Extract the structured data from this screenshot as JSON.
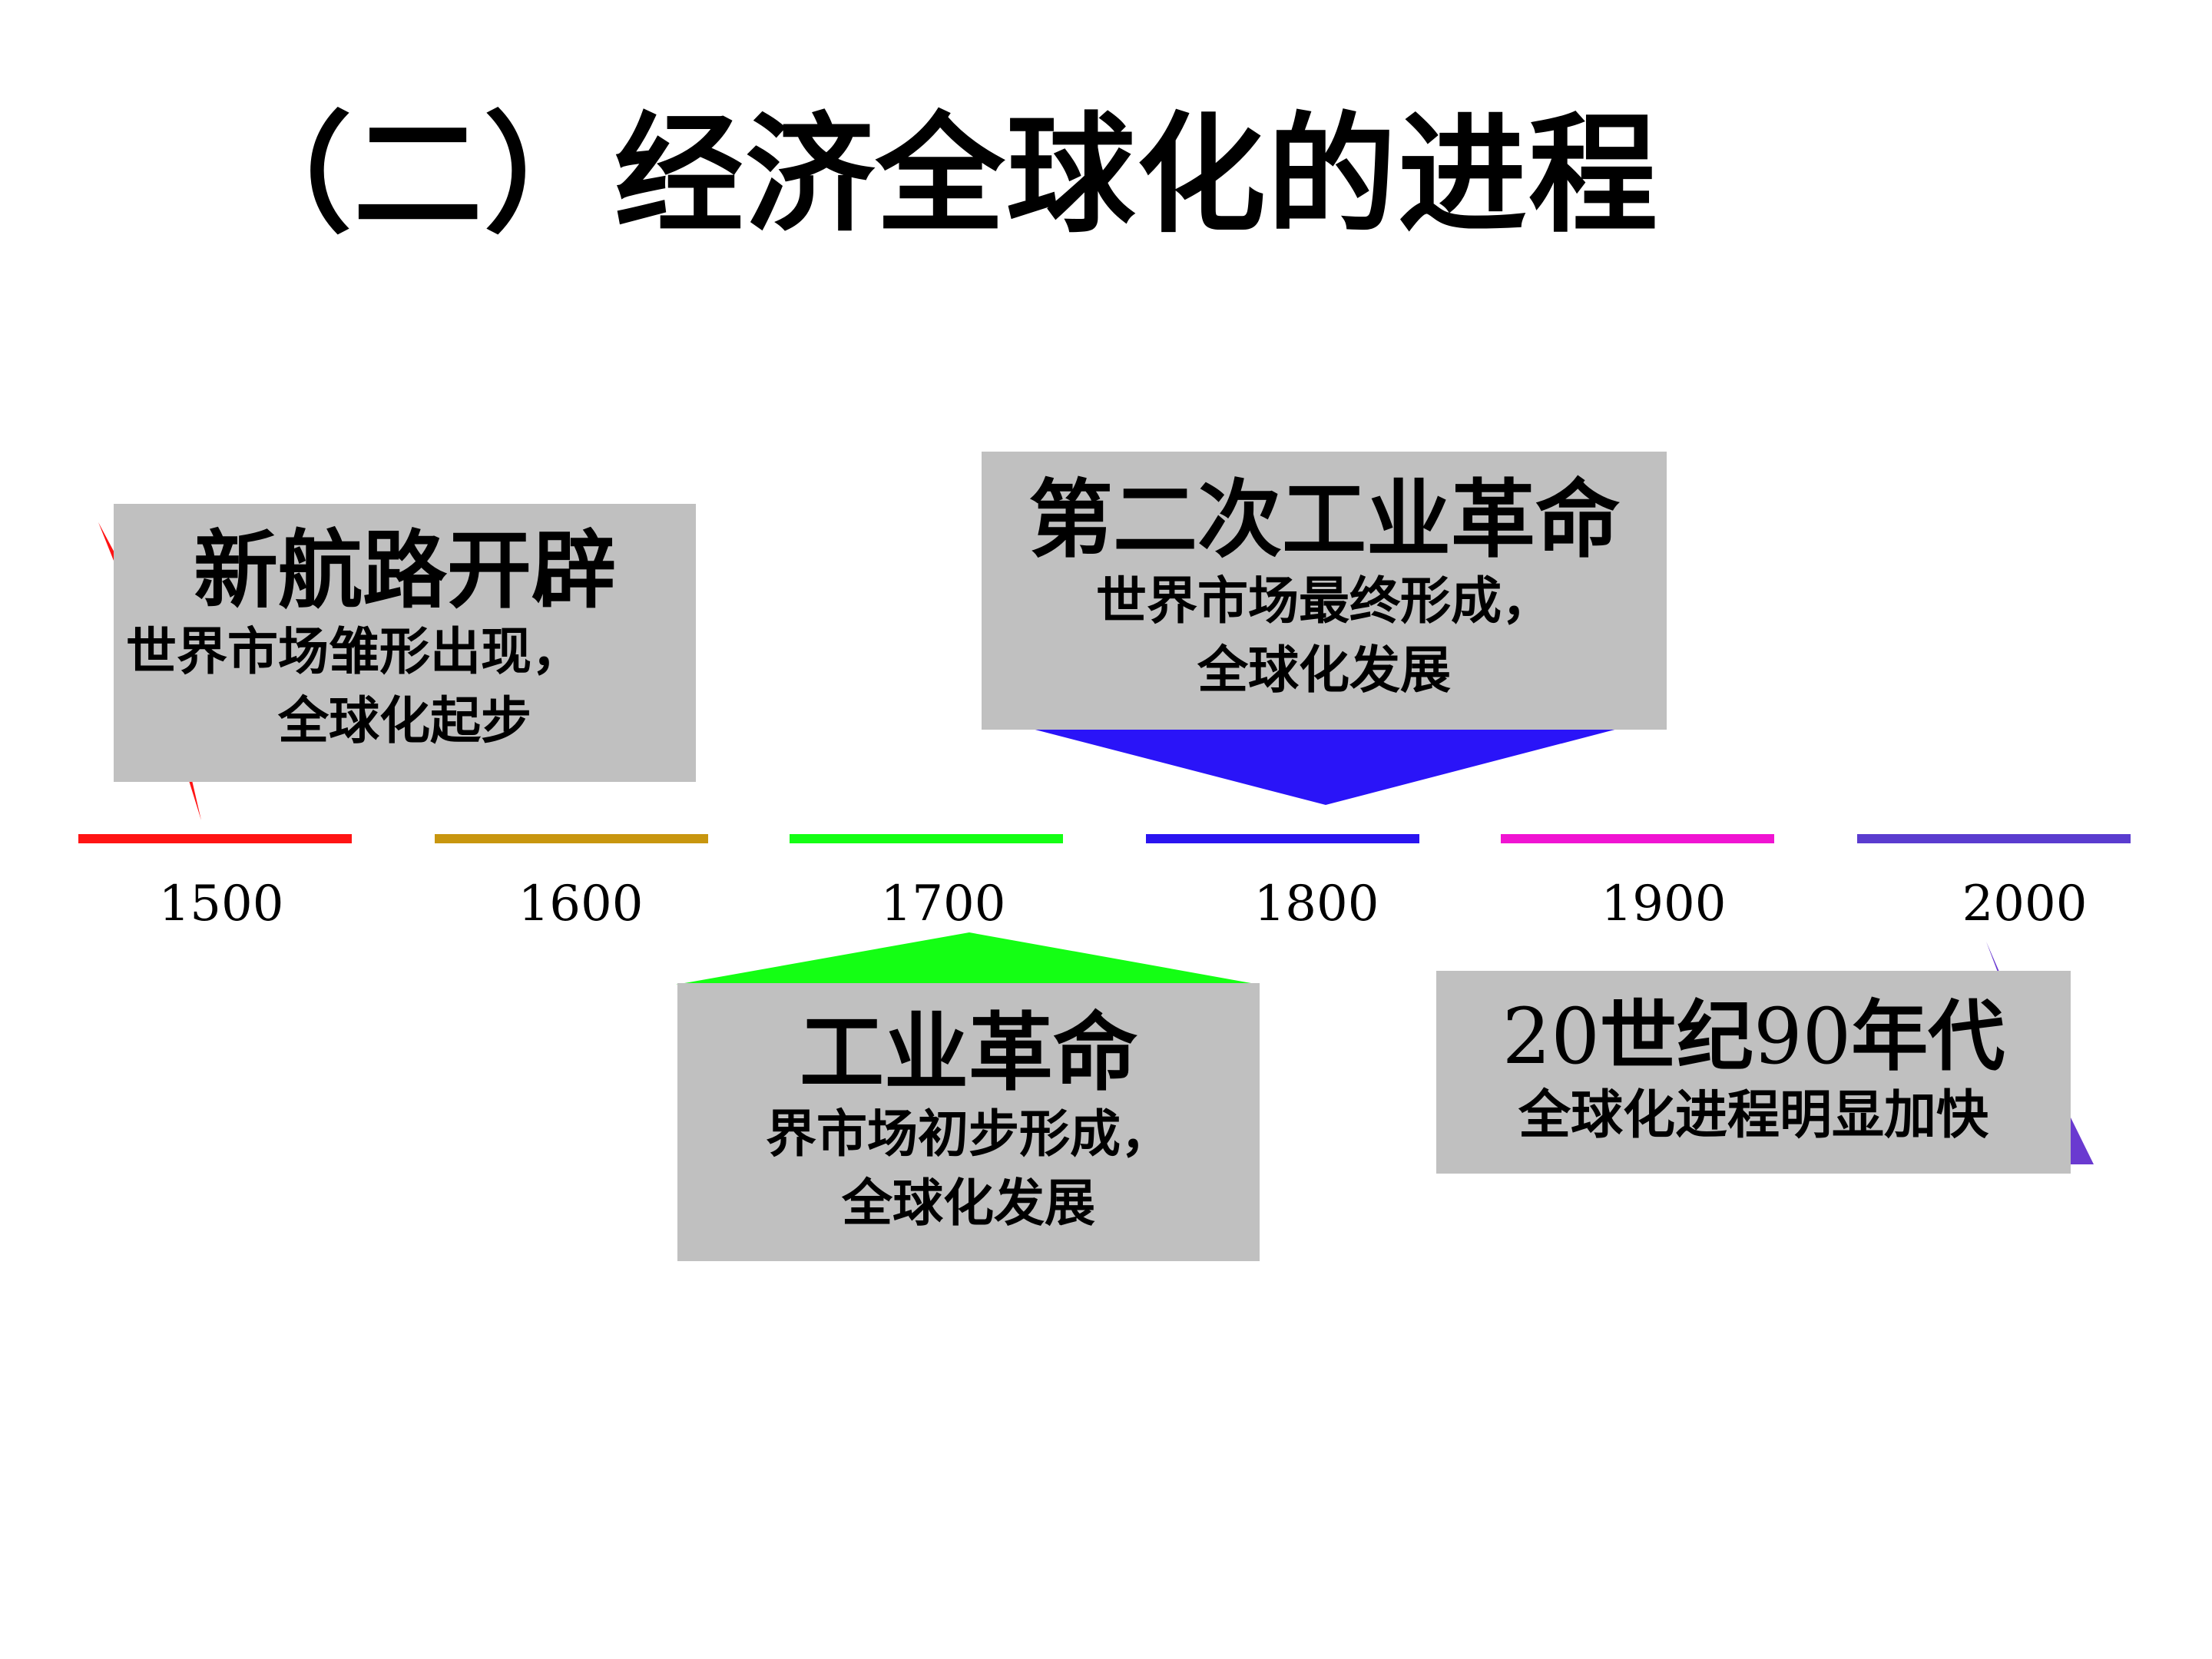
{
  "title": "（二）经济全球化的进程",
  "timeline": {
    "years": [
      "1500",
      "1600",
      "1700",
      "1800",
      "1900",
      "2000"
    ],
    "segment_colors": [
      "#ff1414",
      "#c8960f",
      "#14ff14",
      "#2a14f0",
      "#f014d2",
      "#5a3ccf"
    ]
  },
  "events": [
    {
      "heading": "新航路开辟",
      "line1": "世界市场雏形出现，",
      "line2": "全球化起步",
      "pointer_color": "#ff1414"
    },
    {
      "heading": "第二次工业革命",
      "line1": "世界市场最终形成，",
      "line2": "全球化发展",
      "pointer_color": "#2a14f8"
    },
    {
      "heading": "工业革命",
      "line1": "界市场初步形成，",
      "line2": "全球化发展",
      "pointer_color": "#14ff14"
    },
    {
      "heading_number_1": "20",
      "heading_text_1": "世纪",
      "heading_number_2": "90",
      "heading_text_2": "年代",
      "line1": "全球化进程明显加快",
      "pointer_color": "#6a3ad0"
    }
  ]
}
